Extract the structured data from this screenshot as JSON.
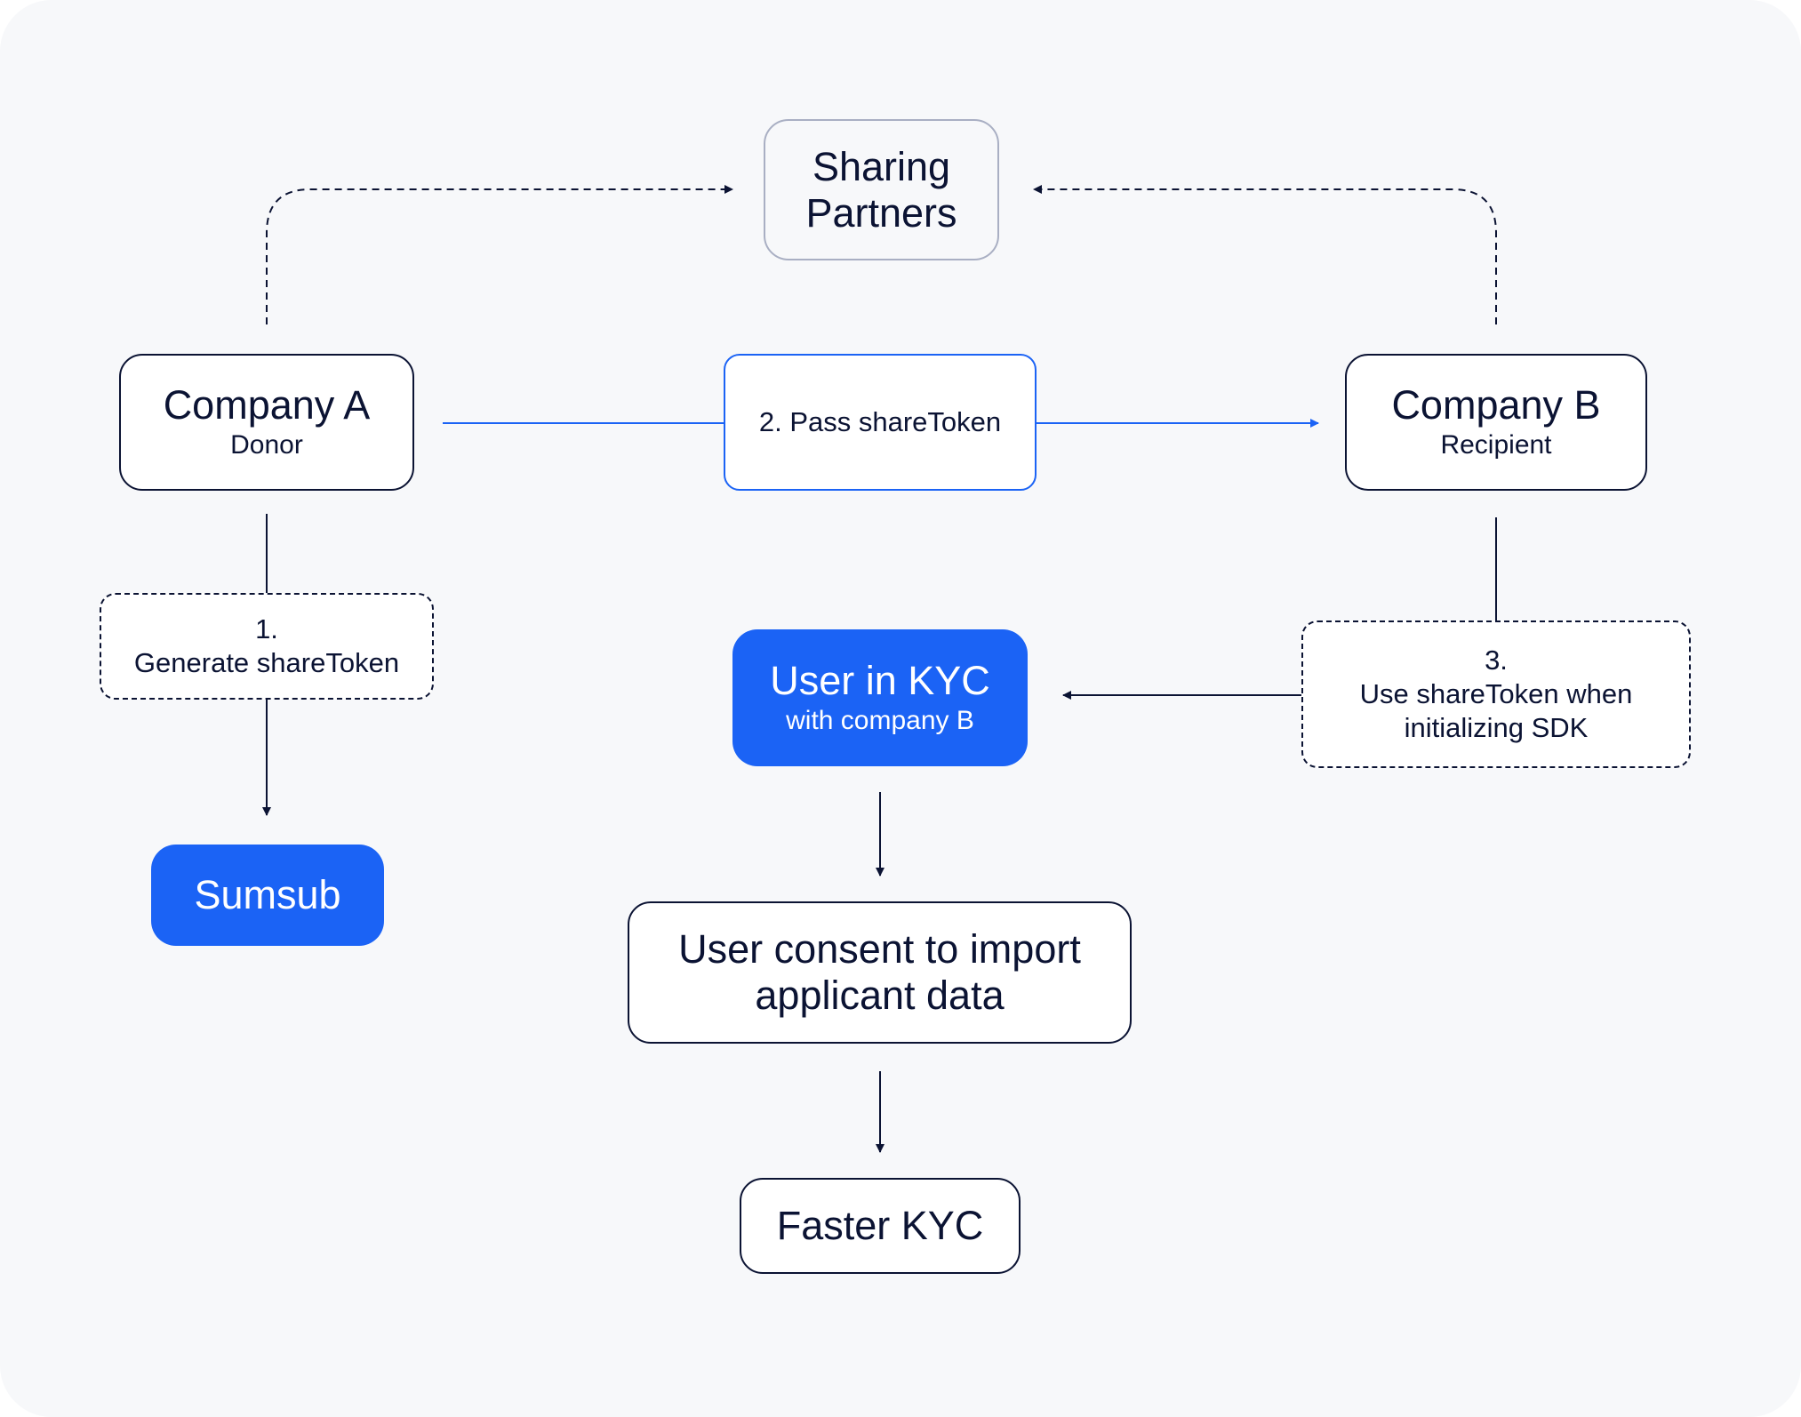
{
  "diagram": {
    "sharing_partners": "Sharing Partners",
    "company_a": {
      "title": "Company A",
      "subtitle": "Donor"
    },
    "company_b": {
      "title": "Company B",
      "subtitle": "Recipient"
    },
    "pass_token": "2. Pass shareToken",
    "step1": {
      "number": "1.",
      "text": "Generate shareToken"
    },
    "step3": {
      "number": "3.",
      "line1": "Use shareToken when",
      "line2": "initializing SDK"
    },
    "sumsub": "Sumsub",
    "user_kyc": {
      "title": "User in KYC",
      "subtitle": "with company B"
    },
    "consent": {
      "line1": "User consent to import",
      "line2": "applicant data"
    },
    "faster_kyc": "Faster KYC"
  },
  "colors": {
    "background": "#f7f8fa",
    "accent_blue": "#1b63f5",
    "ink": "#0b1333",
    "muted_border": "#a9afc3"
  }
}
